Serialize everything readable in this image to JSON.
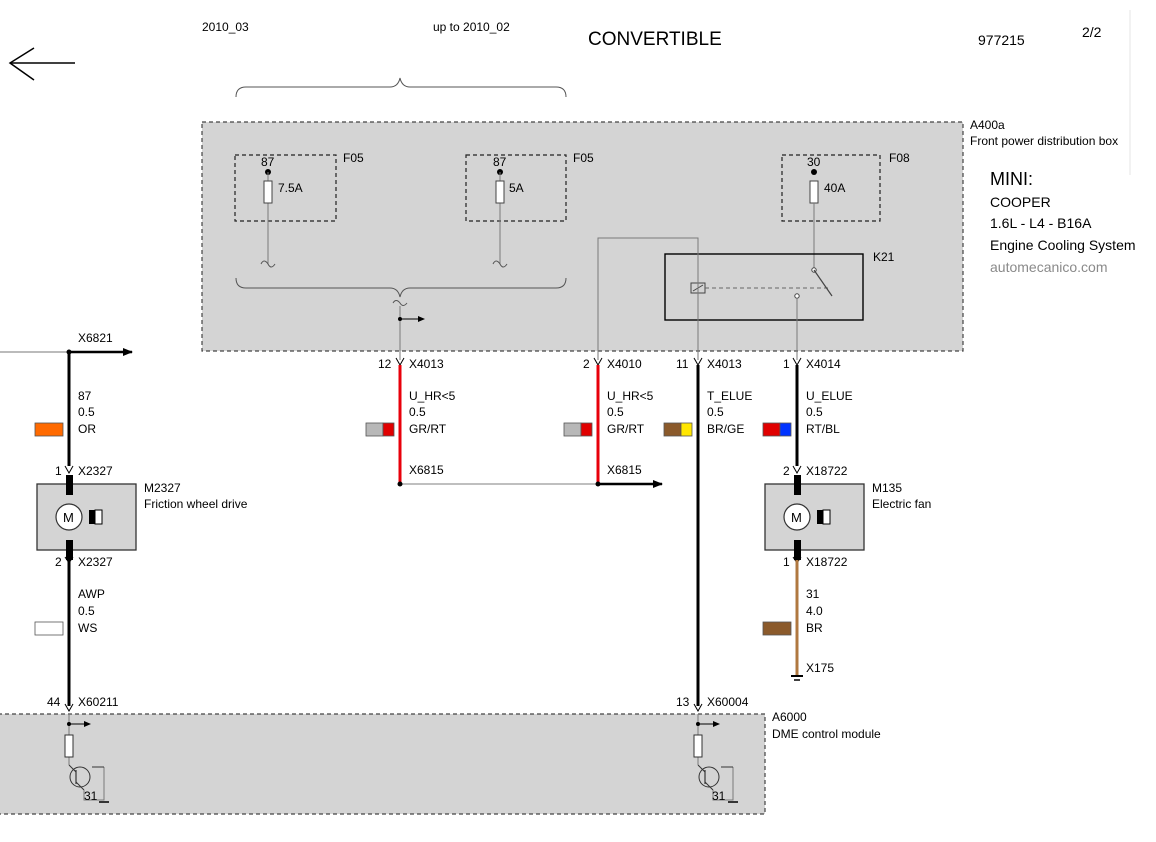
{
  "header": {
    "date_left": "2010_03",
    "date_mid": "up to 2010_02",
    "title": "CONVERTIBLE",
    "doc_number": "977215",
    "page": "2/2"
  },
  "vehicle": {
    "make": "MINI:",
    "model": "COOPER",
    "engine": "1.6L - L4 - B16A",
    "system": "Engine Cooling System",
    "source": "automecanico.com"
  },
  "components": {
    "a400a": {
      "id": "A400a",
      "name": "Front power distribution box"
    },
    "fuses": [
      {
        "id": "F05",
        "terminal": "87",
        "rating": "7.5A"
      },
      {
        "id": "F05",
        "terminal": "87",
        "rating": "5A"
      },
      {
        "id": "F08",
        "terminal": "30",
        "rating": "40A"
      }
    ],
    "relay": {
      "id": "K21"
    },
    "m2327": {
      "id": "M2327",
      "name": "Friction wheel drive"
    },
    "m135": {
      "id": "M135",
      "name": "Electric fan"
    },
    "a6000": {
      "id": "A6000",
      "name": "DME control module"
    },
    "ground": {
      "id": "X175"
    },
    "transistor_ground": "31"
  },
  "connectors": {
    "x6821": "X6821",
    "c1": {
      "pin": "12",
      "id": "X4013"
    },
    "c2": {
      "pin": "2",
      "id": "X4010"
    },
    "c3": {
      "pin": "11",
      "id": "X4013"
    },
    "c4": {
      "pin": "1",
      "id": "X4014"
    },
    "m2327_top": {
      "pin": "1",
      "id": "X2327"
    },
    "m2327_bot": {
      "pin": "2",
      "id": "X2327"
    },
    "m135_top": {
      "pin": "2",
      "id": "X18722"
    },
    "m135_bot": {
      "pin": "1",
      "id": "X18722"
    },
    "splice_a": "X6815",
    "splice_b": "X6815",
    "dme_1": {
      "pin": "44",
      "id": "X60211"
    },
    "dme_2": {
      "pin": "13",
      "id": "X60004"
    }
  },
  "wires": [
    {
      "signal": "87",
      "size": "0.5",
      "color": "OR",
      "swatch": [
        "#ff6a00"
      ]
    },
    {
      "signal": "U_HR<5",
      "size": "0.5",
      "color": "GR/RT",
      "swatch": [
        "#b8b8b8",
        "#e00000"
      ]
    },
    {
      "signal": "U_HR<5",
      "size": "0.5",
      "color": "GR/RT",
      "swatch": [
        "#b8b8b8",
        "#e00000"
      ]
    },
    {
      "signal": "T_ELUE",
      "size": "0.5",
      "color": "BR/GE",
      "swatch": [
        "#8b5a2b",
        "#ffe600"
      ]
    },
    {
      "signal": "U_ELUE",
      "size": "0.5",
      "color": "RT/BL",
      "swatch": [
        "#e00000",
        "#0033ff"
      ]
    },
    {
      "signal": "AWP",
      "size": "0.5",
      "color": "WS",
      "swatch": [
        "#ffffff"
      ]
    },
    {
      "signal": "31",
      "size": "4.0",
      "color": "BR",
      "swatch": [
        "#8b5a2b"
      ]
    }
  ],
  "colors": {
    "red_wire": "#e8000b",
    "brown_wire": "#b07840",
    "box_fill": "#d4d4d4"
  }
}
